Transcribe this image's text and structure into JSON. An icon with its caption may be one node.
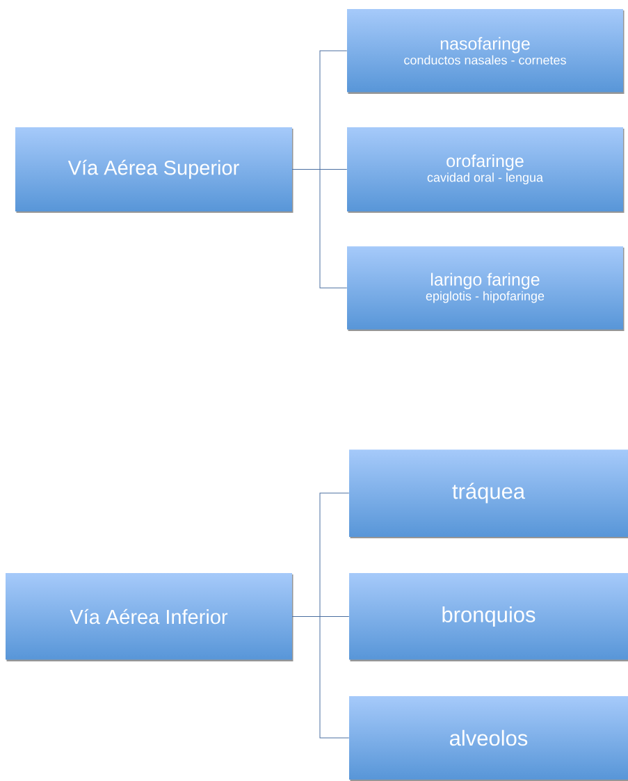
{
  "diagram": {
    "nodes": [
      {
        "text": [
          "Vía Aérea Superior"
        ]
      },
      {
        "text": [
          "nasofaringe",
          "conductos nasales - cornetes"
        ]
      },
      {
        "text": [
          "orofaringe",
          "cavidad oral - lengua"
        ]
      },
      {
        "text": [
          "laringo faringe",
          "epiglotis - hipofaringe"
        ]
      },
      {
        "text": [
          "Vía Aérea Inferior"
        ]
      },
      {
        "text": [
          "tráquea"
        ]
      },
      {
        "text": [
          "bronquios"
        ]
      },
      {
        "text": [
          "alveolos"
        ]
      }
    ],
    "edges": [
      {
        "from": 0,
        "to": 1,
        "arrow": "none"
      },
      {
        "from": 0,
        "to": 2,
        "arrow": "none"
      },
      {
        "from": 0,
        "to": 3,
        "arrow": "none"
      },
      {
        "from": 4,
        "to": 5,
        "arrow": "none"
      },
      {
        "from": 4,
        "to": 6,
        "arrow": "none"
      },
      {
        "from": 4,
        "to": 7,
        "arrow": "none"
      }
    ]
  }
}
